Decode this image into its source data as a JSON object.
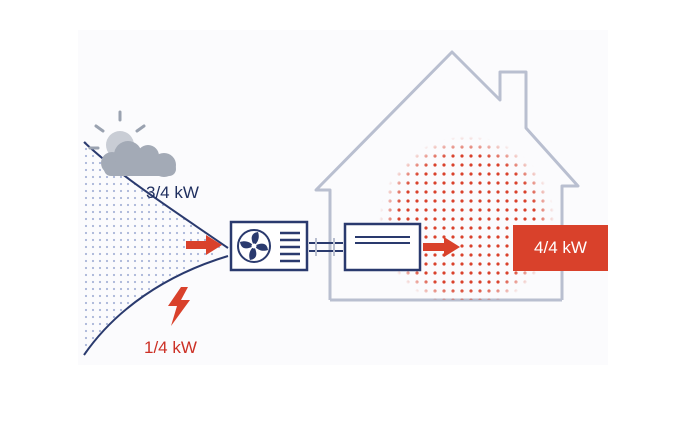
{
  "labels": {
    "ambient_heat": "3/4 kW",
    "electric_input": "1/4 kW",
    "heat_output": "4/4 kW"
  },
  "colors": {
    "navy": "#2a3a6e",
    "red": "#d9412b",
    "house_outline": "#b9bfd0",
    "dot_blue": "#9aa8cf",
    "dot_red": "#d9412b",
    "cloud": "#9aa2b0"
  },
  "icons": [
    "sun-icon",
    "cloud-icon",
    "lightning-icon",
    "fan-icon",
    "arrow-right-icon",
    "house-icon"
  ]
}
